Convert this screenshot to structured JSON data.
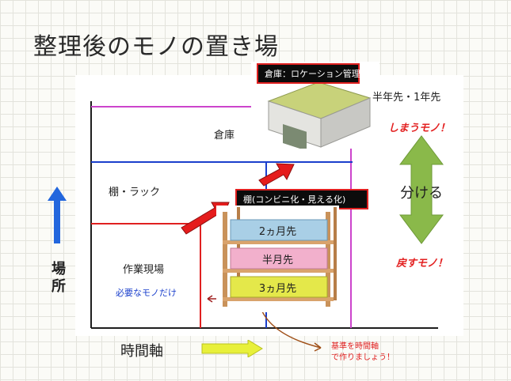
{
  "title": "整理後のモノの置き場",
  "zones": {
    "warehouse": "倉庫",
    "shelf_rack": "棚・ラック",
    "worksite": "作業現場",
    "worksite_note": "必要なモノだけ"
  },
  "labels": {
    "warehouse_box": "倉庫：ロケーション管理",
    "shelf_box": "棚(コンビニ化・見える化)",
    "half_year": "半年先・1年先",
    "store_items": "しまうモノ！",
    "separate": "分ける",
    "return_items": "戻すモノ！",
    "y_axis": "場所",
    "x_axis": "時間軸",
    "time_basis_line1": "基準を時間軸",
    "time_basis_line2": "で作りましょう！"
  },
  "shelf_tiers": [
    "2ヵ月先",
    "半月先",
    "3ヵ月先"
  ],
  "colors": {
    "warehouse_line": "#cc44cc",
    "shelf_line": "#1a3fcc",
    "worksite_line": "#e02020",
    "axis": "#1e1e1e",
    "up_arrow": "#2266dd",
    "separate_arrow": "#8ab94a",
    "time_arrow": "#e8f03a"
  },
  "icons": {
    "up_arrow": "up-arrow-icon",
    "time_arrow": "right-arrow-icon",
    "separate_arrow": "double-vertical-arrow-icon",
    "warehouse": "warehouse-building-icon",
    "shelf": "shelving-rack-icon"
  }
}
